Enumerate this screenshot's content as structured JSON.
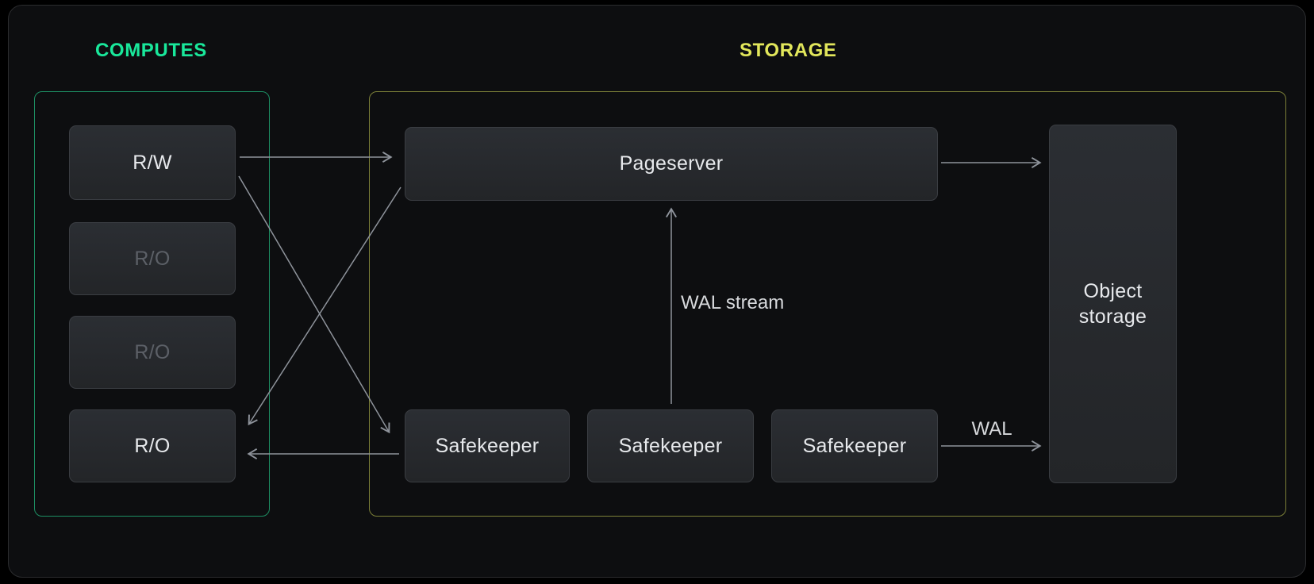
{
  "sections": {
    "computes": {
      "label": "COMPUTES",
      "accent": "#19e89b"
    },
    "storage": {
      "label": "STORAGE",
      "accent": "#e2e75b"
    }
  },
  "computes": {
    "nodes": [
      {
        "label": "R/W",
        "state": "active"
      },
      {
        "label": "R/O",
        "state": "idle"
      },
      {
        "label": "R/O",
        "state": "idle"
      },
      {
        "label": "R/O",
        "state": "active"
      }
    ]
  },
  "storage": {
    "pageserver_label": "Pageserver",
    "safekeepers": [
      "Safekeeper",
      "Safekeeper",
      "Safekeeper"
    ],
    "object_storage_label": "Object storage"
  },
  "edges": {
    "wal_stream_label": "WAL stream",
    "wal_label": "WAL",
    "arrow_color": "#8e939b"
  }
}
